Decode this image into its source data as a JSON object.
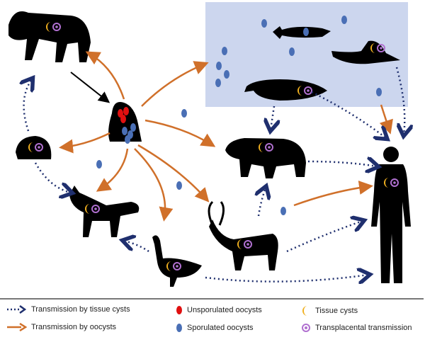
{
  "colors": {
    "tissue_arrow": "#1f2f6e",
    "oocyst_arrow": "#d0702a",
    "unsporulated": "#e01010",
    "sporulated": "#4a6fb5",
    "tissue_cyst": "#f0b020",
    "transplacental": "#b070d0",
    "marine_box": "#ccd6ee",
    "silhouette": "#000000"
  },
  "legend": {
    "tissue_cysts_transmission": "Transmission by tissue cysts",
    "oocysts_transmission": "Transmission by oocysts",
    "unsporulated": "Unsporulated oocysts",
    "sporulated": "Sporulated oocysts",
    "tissue_cysts": "Tissue cysts",
    "transplacental": "Transplacental transmission"
  }
}
